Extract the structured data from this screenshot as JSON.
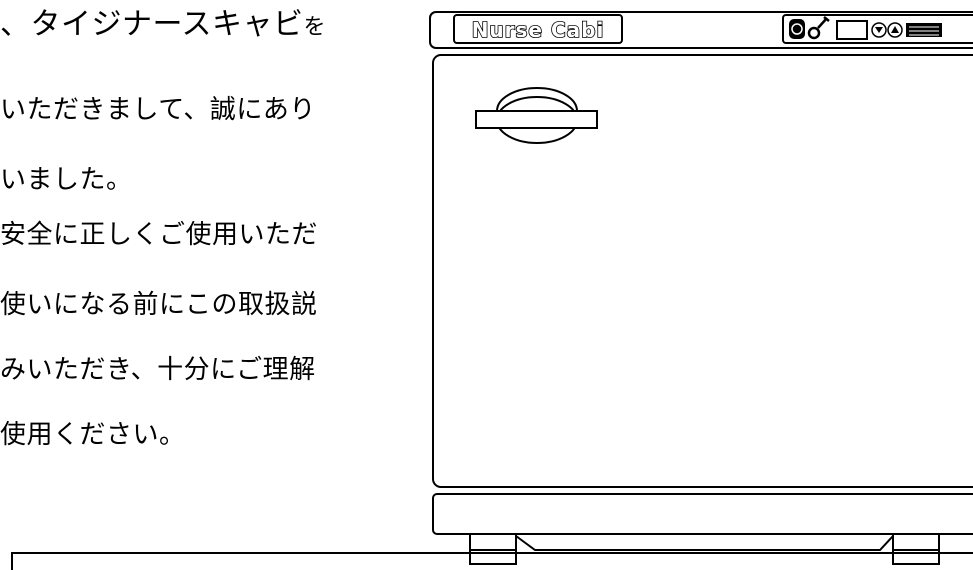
{
  "intro_text": {
    "line1_main": "、タイジナースキャビ",
    "line1_suffix": "を",
    "line2": "いただきまして、誠にあり",
    "line3": "いました。",
    "line4": "安全に正しくご使用いただ",
    "line5": "使いになる前にこの取扱説",
    "line6": "みいただき、十分にご理解",
    "line7": "使用ください。"
  },
  "illustration": {
    "brand_label": "Nurse Cabi",
    "panel_icons": [
      "power-icon",
      "thermometer-icon",
      "display-icon",
      "down-arrow-icon",
      "up-arrow-icon",
      "indicator-lamp-icon"
    ]
  },
  "colors": {
    "line": "#000000",
    "background": "#ffffff"
  }
}
